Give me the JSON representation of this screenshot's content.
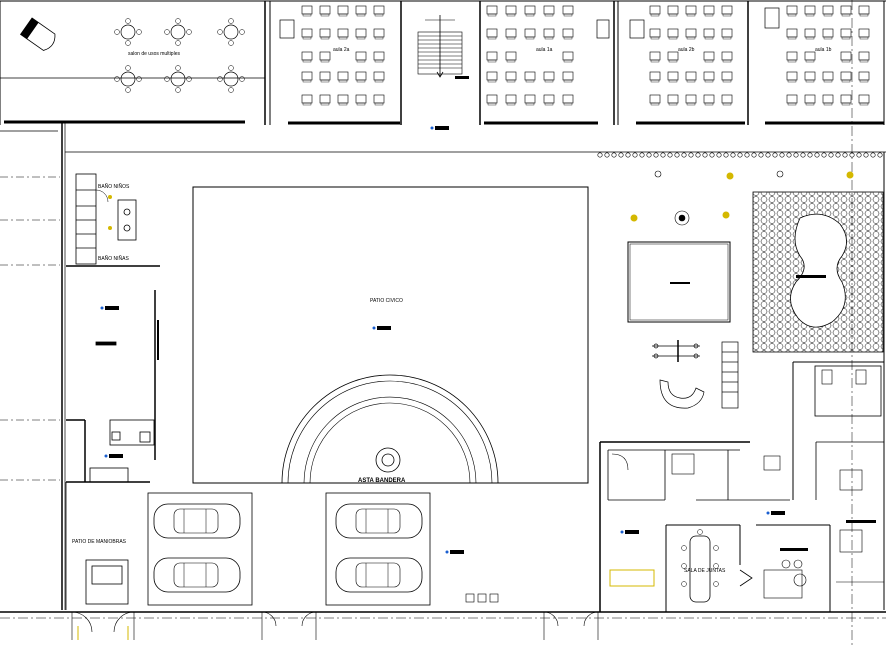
{
  "labels": {
    "salon": "salon de usos multiples",
    "aula_2a": "aula 2a",
    "aula_1a": "aula 1a",
    "aula_2b": "aula 2b",
    "aula_1b": "aula 1b",
    "bano_ninos": "BAÑO NIÑOS",
    "bano_ninas": "BAÑO NIÑAS",
    "patio_civico": "PATIO CIVICO",
    "asta_bandera": "ASTA BANDERA",
    "patio_maniobras": "PATIO DE MANIOBRAS",
    "sala_juntas": "SALA DE JUNTAS"
  },
  "colors": {
    "line": "#000000",
    "marker": "#1a5fd0",
    "accent": "#d4b800",
    "background": "#ffffff"
  }
}
